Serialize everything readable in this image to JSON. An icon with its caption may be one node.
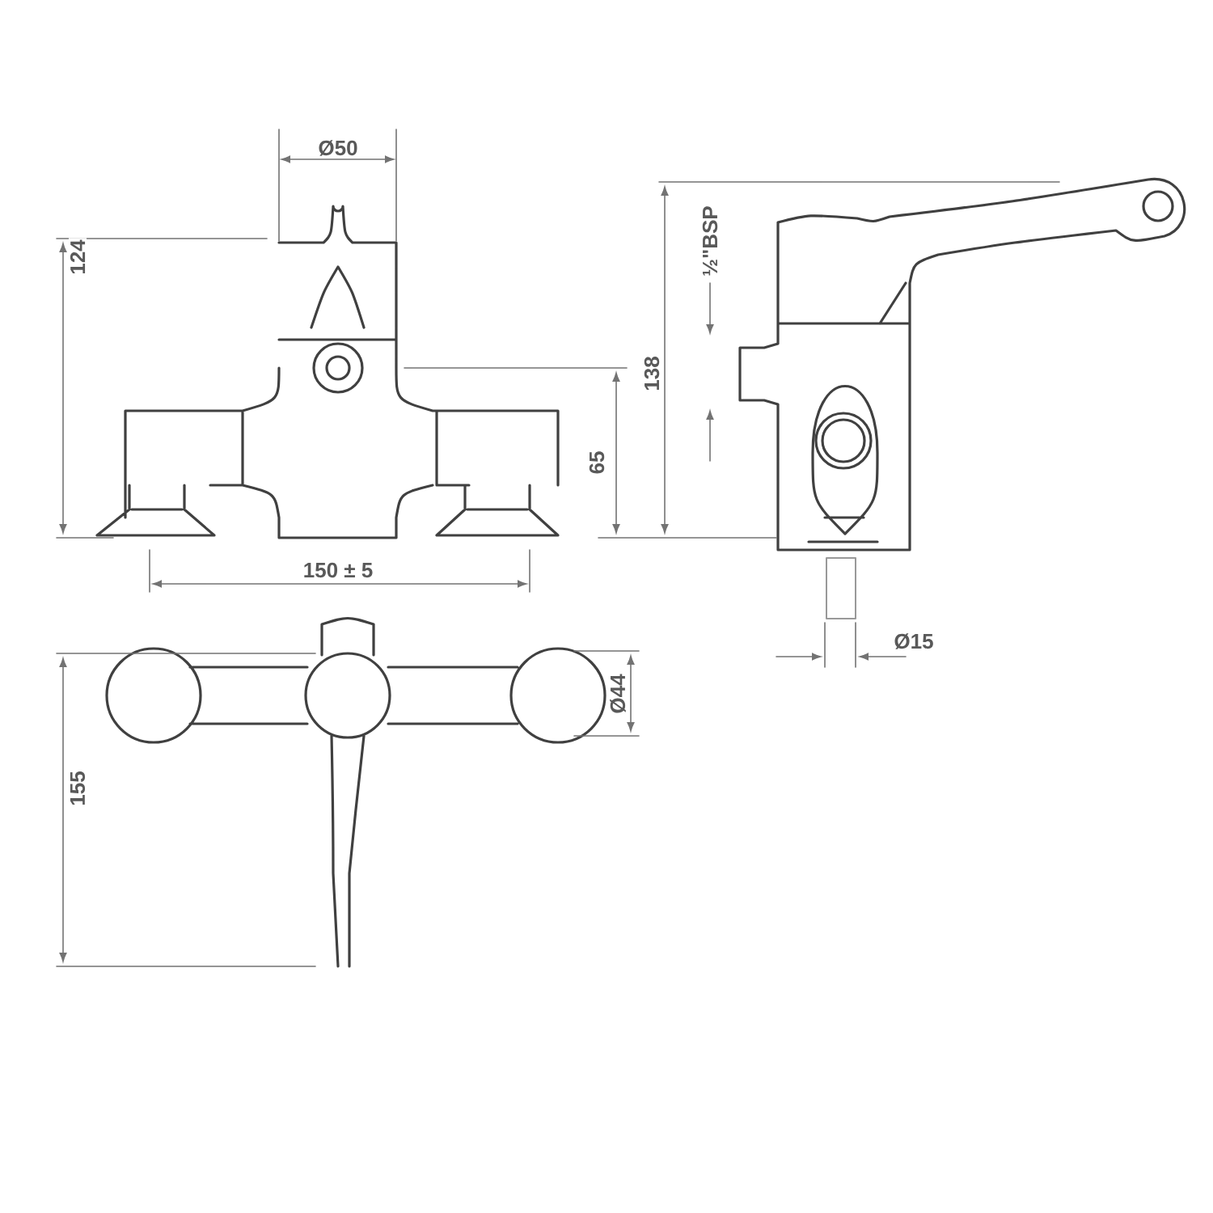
{
  "diagram": {
    "labels": [
      "Ø50",
      "124",
      "65",
      "138",
      "½\"BSP",
      "150 ± 5",
      "Ø15",
      "Ø44",
      "155"
    ]
  }
}
